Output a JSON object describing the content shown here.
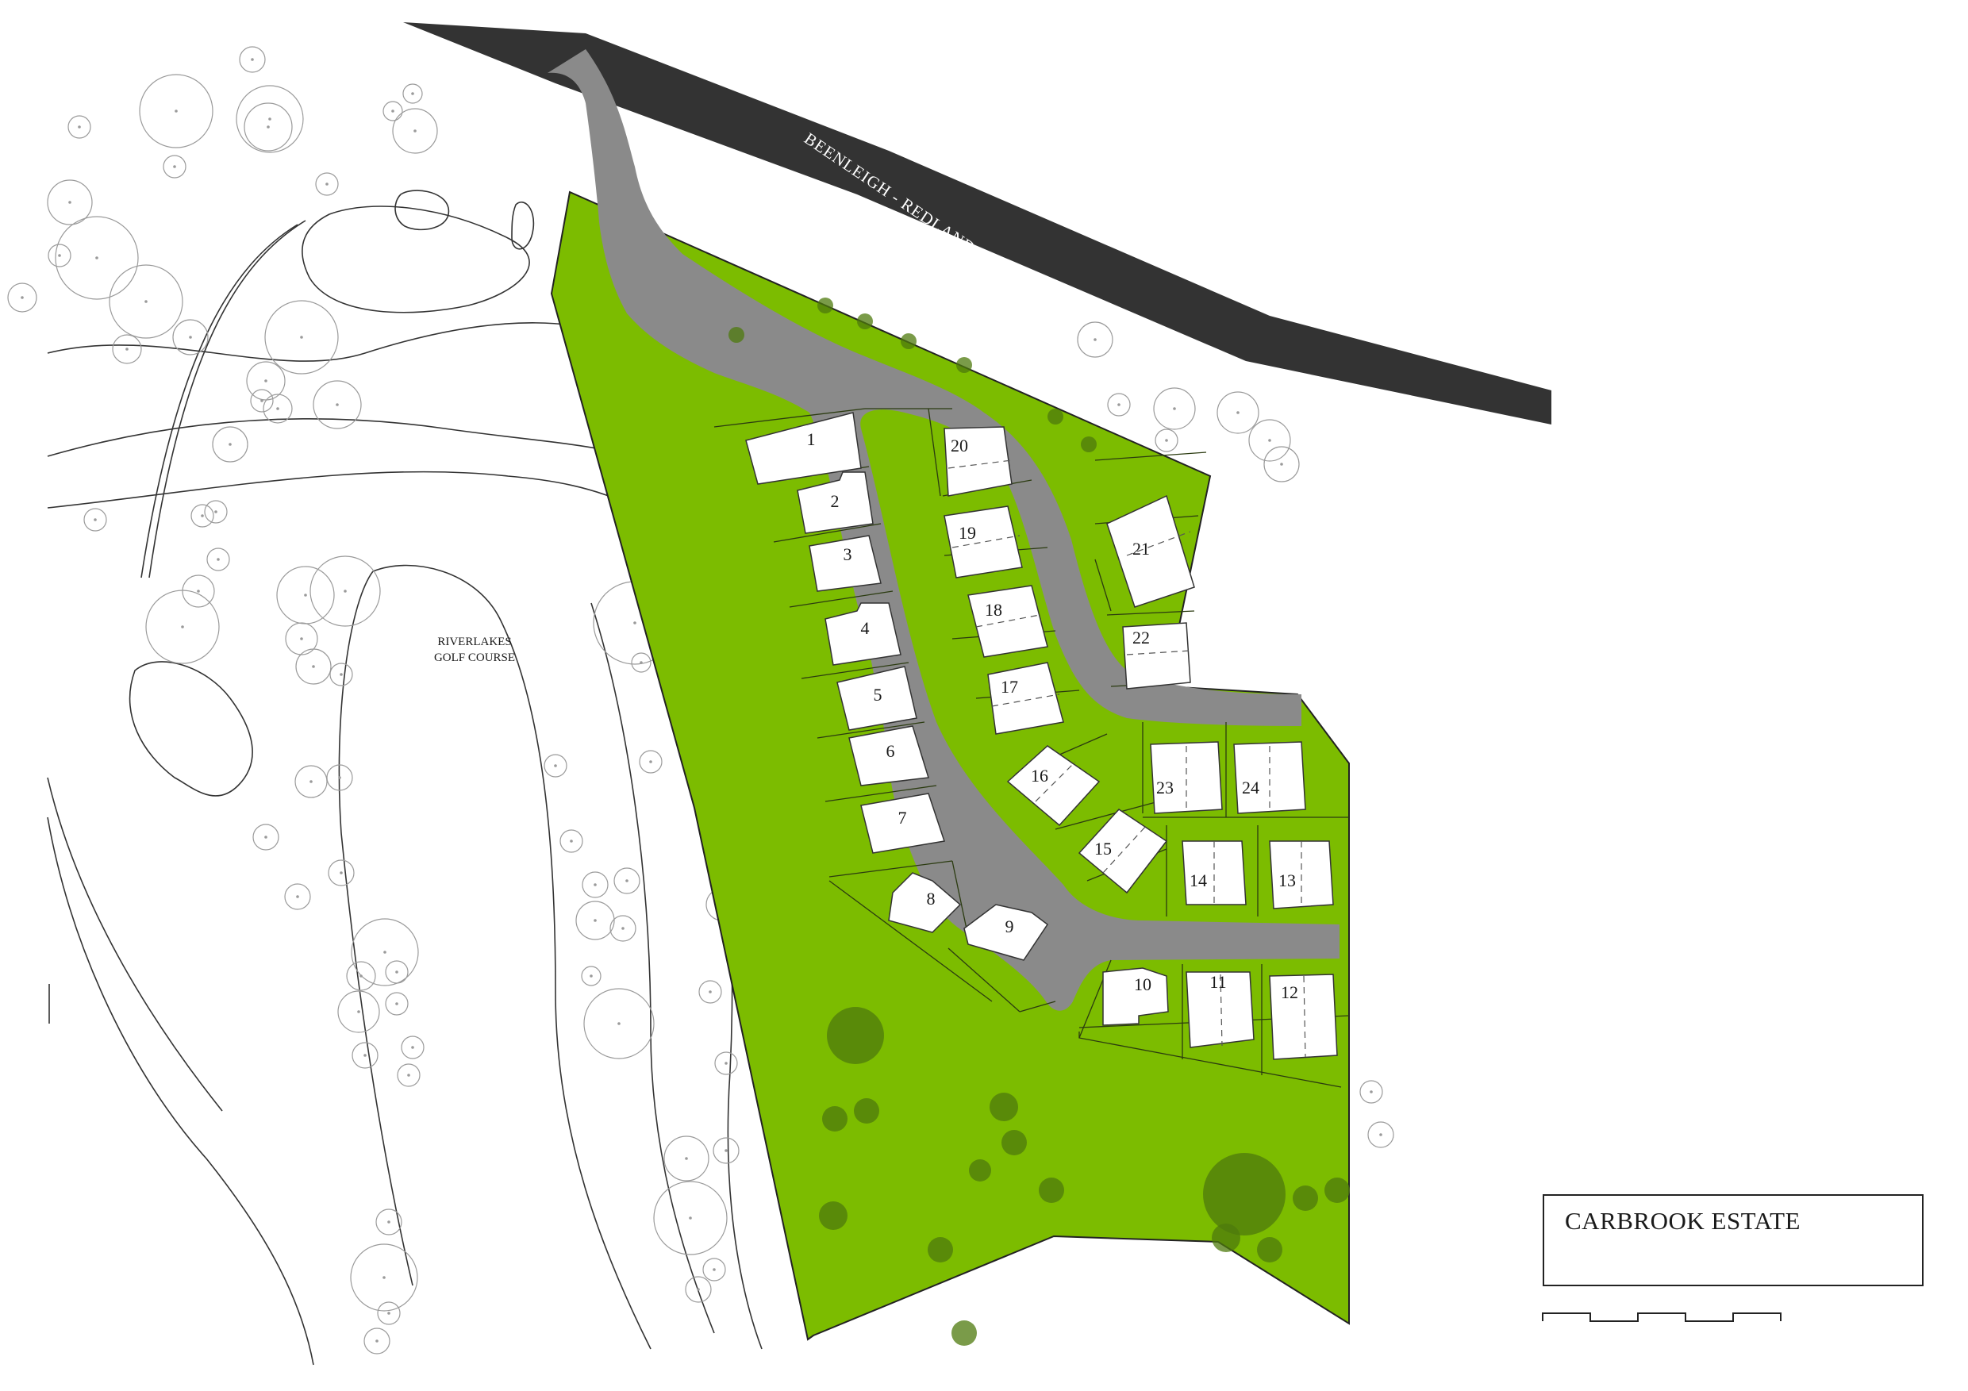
{
  "road_name": "BEENLEIGH - REDLAND BAY ROAD",
  "golf_course": {
    "line1": "RIVERLAKES",
    "line2": "GOLF COURSE"
  },
  "title": "CARBROOK ESTATE",
  "lots": [
    "1",
    "2",
    "3",
    "4",
    "5",
    "6",
    "7",
    "8",
    "9",
    "10",
    "11",
    "12",
    "13",
    "14",
    "15",
    "16",
    "17",
    "18",
    "19",
    "20",
    "21",
    "22",
    "23",
    "24"
  ],
  "icons": {
    "scale_bar": "scale-bar-icon",
    "tree": "tree-icon"
  },
  "colors": {
    "site": "#7cbc00",
    "road": "#8a8a8a",
    "main_road": "#333333",
    "lot_line": "#2b3b10"
  }
}
